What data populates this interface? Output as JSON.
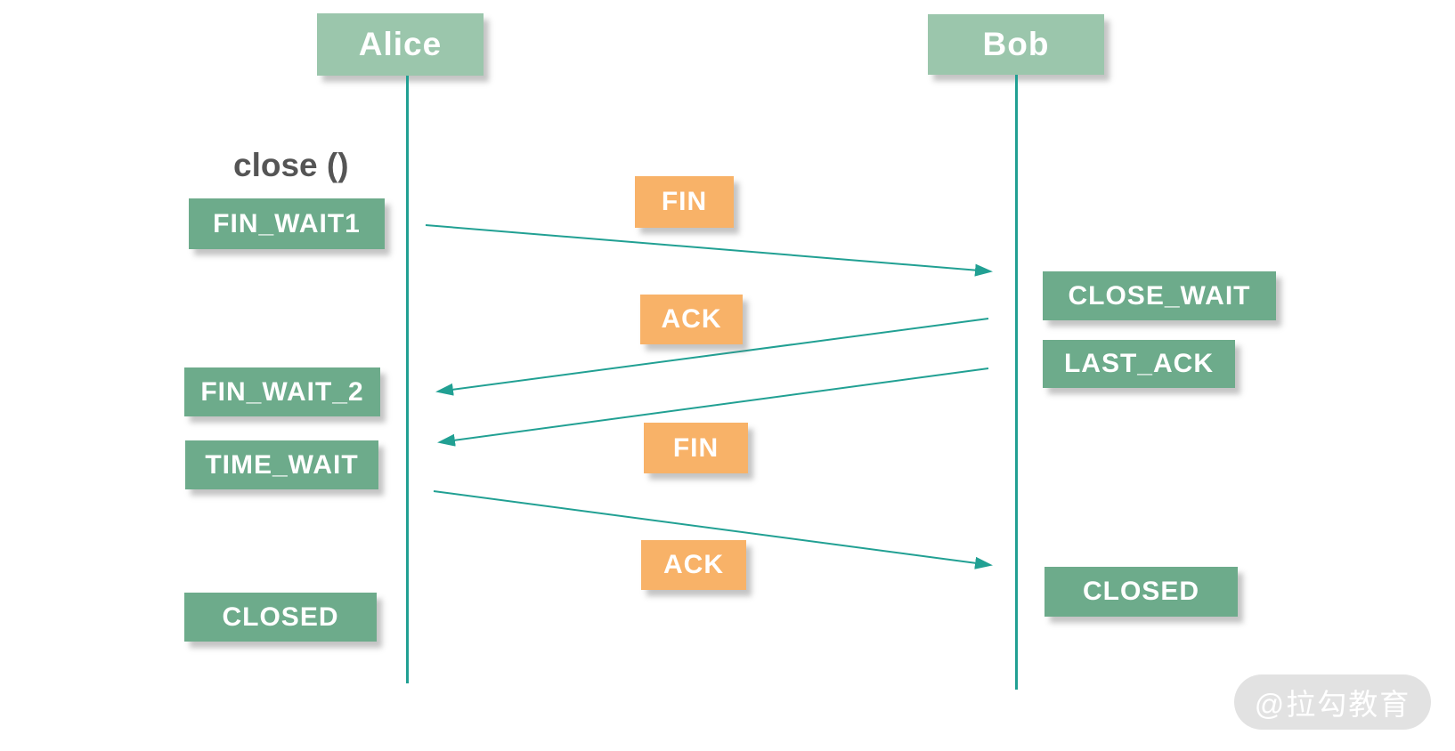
{
  "diagram": {
    "type": "sequence-diagram",
    "title_semantic": "TCP connection close (four-way handshake) between Alice and Bob",
    "actors": [
      {
        "name": "Alice"
      },
      {
        "name": "Bob"
      }
    ],
    "annotation": "close ()",
    "alice_states": [
      "FIN_WAIT1",
      "FIN_WAIT_2",
      "TIME_WAIT",
      "CLOSED"
    ],
    "bob_states": [
      "CLOSE_WAIT",
      "LAST_ACK",
      "CLOSED"
    ],
    "messages": [
      {
        "label": "FIN",
        "from": "Alice",
        "to": "Bob"
      },
      {
        "label": "ACK",
        "from": "Bob",
        "to": "Alice"
      },
      {
        "label": "FIN",
        "from": "Bob",
        "to": "Alice"
      },
      {
        "label": "ACK",
        "from": "Alice",
        "to": "Bob"
      }
    ],
    "watermark": "@拉勾教育",
    "colors": {
      "actor_header_green": "#9bc6ac",
      "state_box_green": "#6dab8b",
      "message_box_orange": "#f8b268",
      "line_teal": "#21a093",
      "annotation_gray": "#555555",
      "watermark_bg": "#e2e2e2",
      "watermark_text": "#ffffff",
      "background": "#ffffff"
    }
  }
}
